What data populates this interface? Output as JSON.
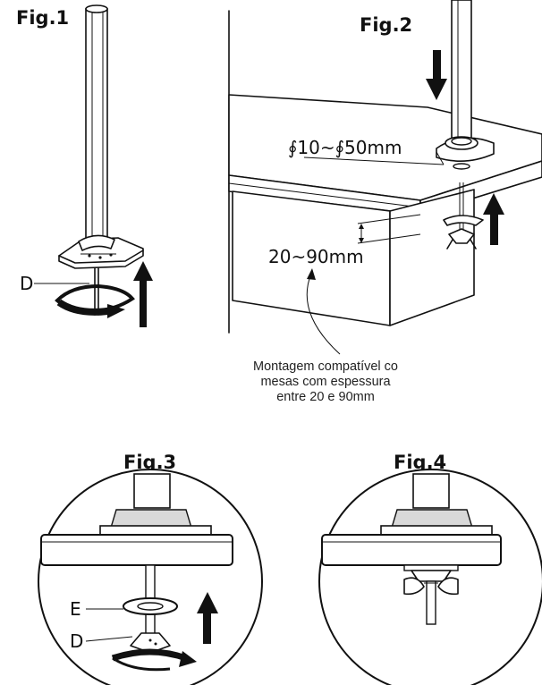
{
  "figures": {
    "fig1": {
      "title": "Fig.1",
      "label_d": "D"
    },
    "fig2": {
      "title": "Fig.2",
      "hole_diameter": "∮10~∮50mm",
      "thickness": "20~90mm",
      "note_lines": [
        "Montagem compatível co",
        "mesas com espessura",
        "entre 20 e 90mm"
      ]
    },
    "fig3": {
      "title": "Fig.3",
      "label_e": "E",
      "label_d": "D"
    },
    "fig4": {
      "title": "Fig.4"
    }
  },
  "colors": {
    "ink": "#111111",
    "grey": "#d9d9d9",
    "background": "#ffffff"
  }
}
